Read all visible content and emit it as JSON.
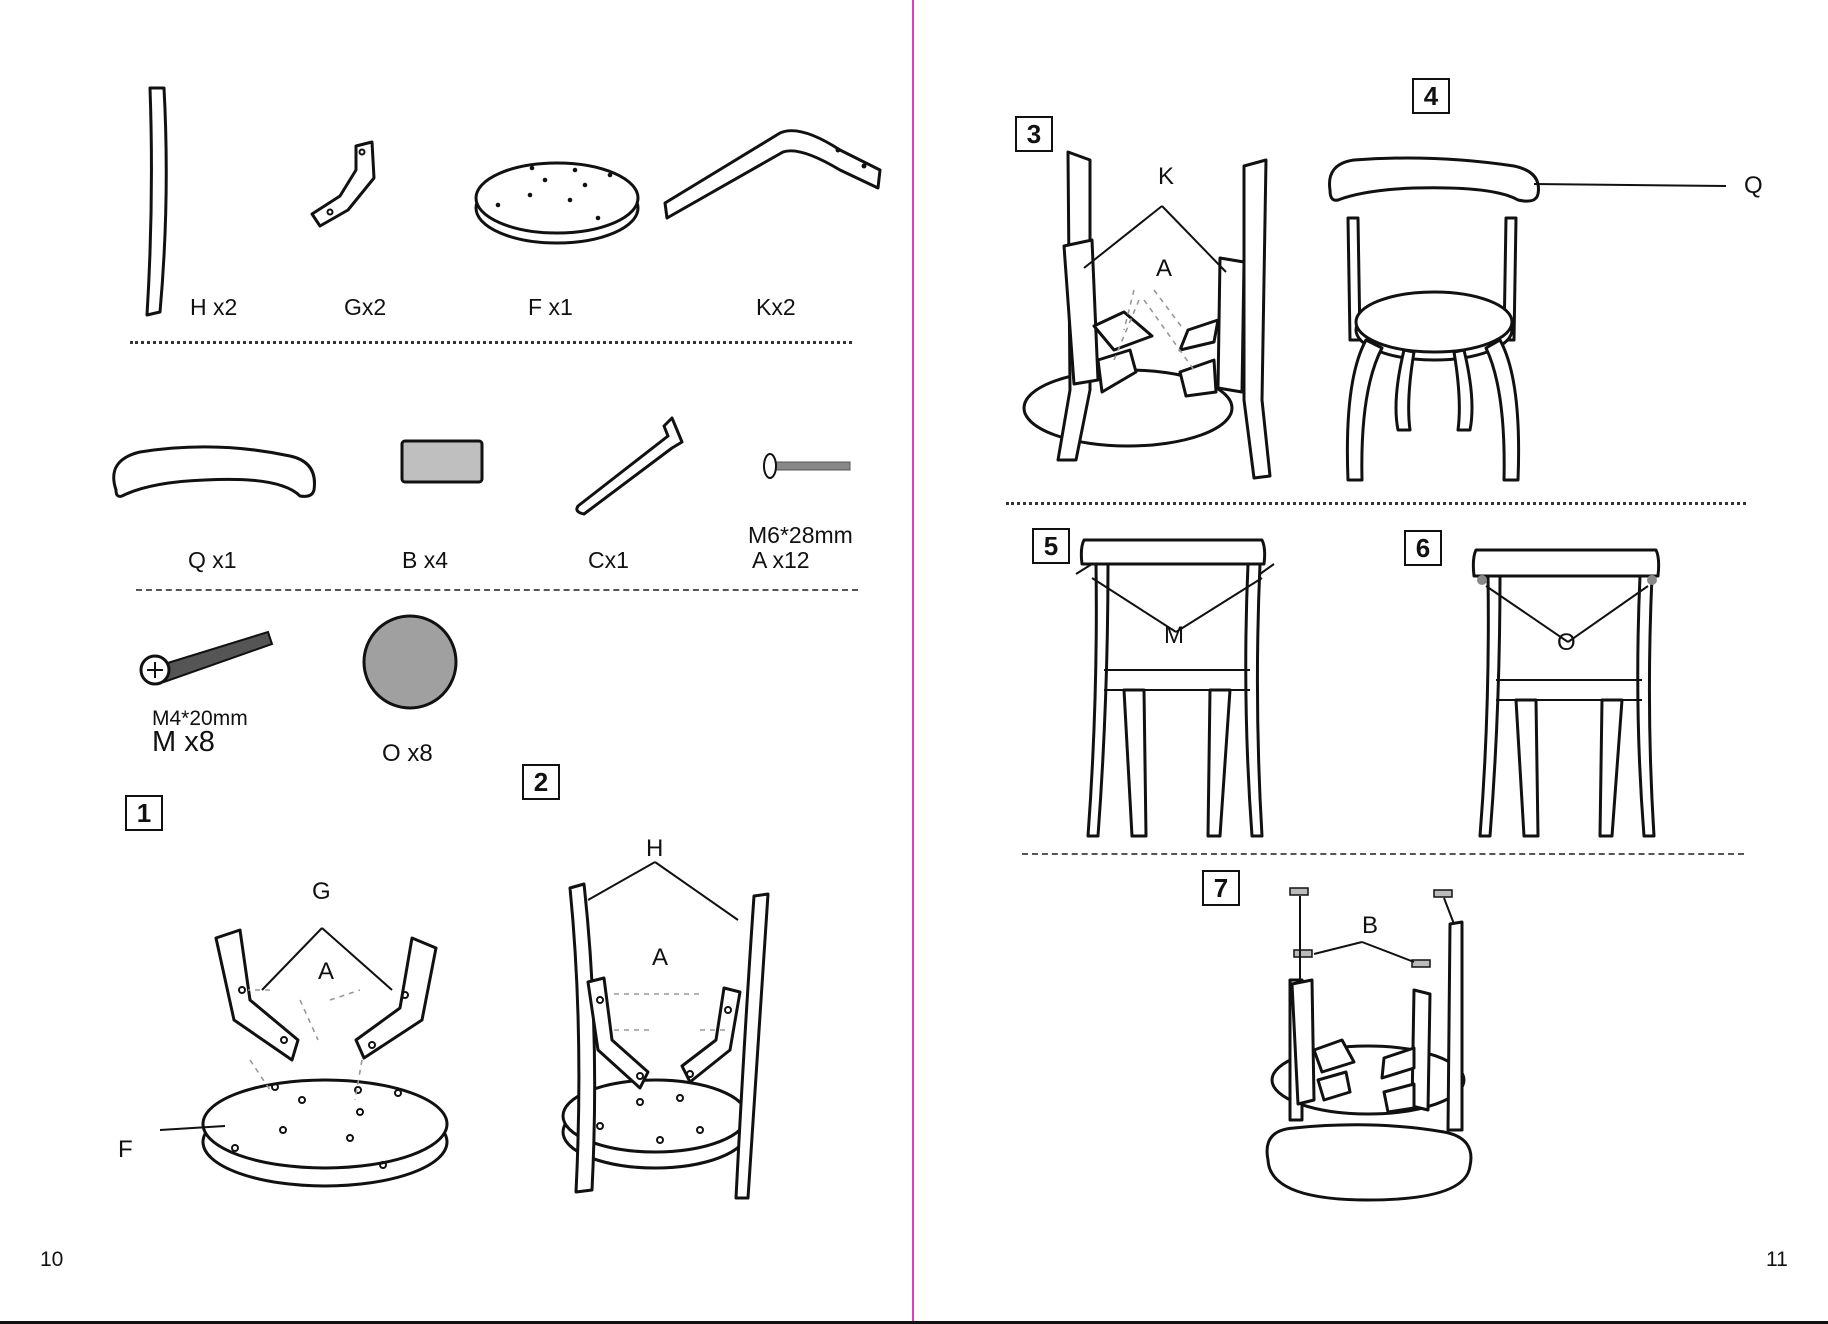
{
  "left_page": {
    "parts_row1": [
      {
        "label": "H x2"
      },
      {
        "label": "Gx2"
      },
      {
        "label": "F x1"
      },
      {
        "label": "Kx2"
      }
    ],
    "parts_row2": [
      {
        "label": "Q x1"
      },
      {
        "label": "B  x4"
      },
      {
        "label": "Cx1"
      },
      {
        "size": "M6*28mm",
        "label": "A x12"
      }
    ],
    "parts_row3": [
      {
        "size": "M4*20mm",
        "label": "M x8"
      },
      {
        "label": "O x8"
      }
    ],
    "step1": {
      "number": "1",
      "labels": {
        "g": "G",
        "a": "A",
        "f": "F"
      }
    },
    "step2": {
      "number": "2",
      "labels": {
        "h": "H",
        "a": "A"
      }
    },
    "page_number": "10"
  },
  "right_page": {
    "step3": {
      "number": "3",
      "labels": {
        "k": "K",
        "a": "A"
      }
    },
    "step4": {
      "number": "4",
      "labels": {
        "q": "Q"
      }
    },
    "step5": {
      "number": "5",
      "labels": {
        "m": "M"
      }
    },
    "step6": {
      "number": "6",
      "labels": {
        "o": "O"
      }
    },
    "step7": {
      "number": "7",
      "labels": {
        "b": "B"
      }
    },
    "page_number": "11"
  },
  "colors": {
    "spine": "#e040c0",
    "line": "#111111",
    "pad_fill": "#bfbfbf",
    "glide_fill": "#a0a0a0"
  }
}
